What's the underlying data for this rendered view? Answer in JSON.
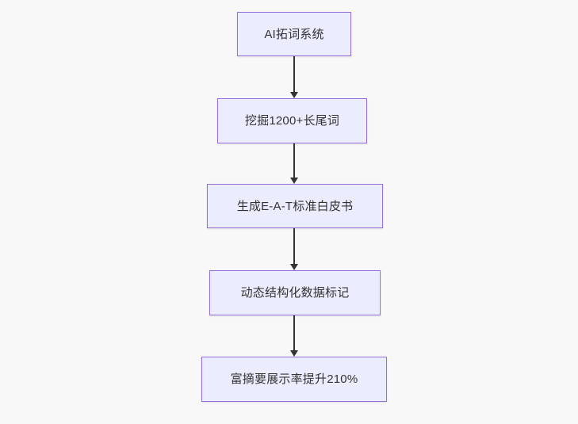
{
  "diagram": {
    "type": "flowchart",
    "direction": "top-down",
    "colors": {
      "bg": "#f8f8f8",
      "node-fill": "#ECECFF",
      "node-border": "#9370DB",
      "text": "#333333",
      "arrow": "#333333"
    },
    "nodes": [
      {
        "id": "n1",
        "label": "AI拓词系统"
      },
      {
        "id": "n2",
        "label": "挖掘1200+长尾词"
      },
      {
        "id": "n3",
        "label": "生成E-A-T标准白皮书"
      },
      {
        "id": "n4",
        "label": "动态结构化数据标记"
      },
      {
        "id": "n5",
        "label": "富摘要展示率提升210%"
      }
    ],
    "edges": [
      {
        "from": "n1",
        "to": "n2"
      },
      {
        "from": "n2",
        "to": "n3"
      },
      {
        "from": "n3",
        "to": "n4"
      },
      {
        "from": "n4",
        "to": "n5"
      }
    ]
  }
}
